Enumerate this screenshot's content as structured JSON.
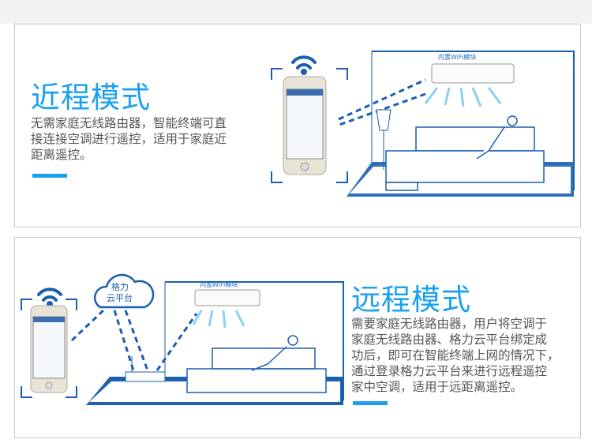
{
  "near": {
    "title": "近程模式",
    "desc": [
      "无需家庭无线路由器，智能终端可直",
      "接连接空调进行遥控，适用于家庭近",
      "距离遥控。"
    ],
    "module_label": "内置WiFi模块"
  },
  "remote": {
    "title": "远程模式",
    "desc": [
      "需要家庭无线路由器，用户将空调于",
      "家庭无线路由器、格力云平台绑定成",
      "功后，即可在智能终端上网的情况下，",
      "通过登录格力云平台来进行远程遥控",
      "家中空调，适用于远距离遥控。"
    ],
    "module_label": "内置WiFi模块",
    "cloud_label": [
      "格力",
      "云平台"
    ]
  },
  "colors": {
    "accent": "#1aa0ef",
    "line": "#1a5fb0"
  }
}
